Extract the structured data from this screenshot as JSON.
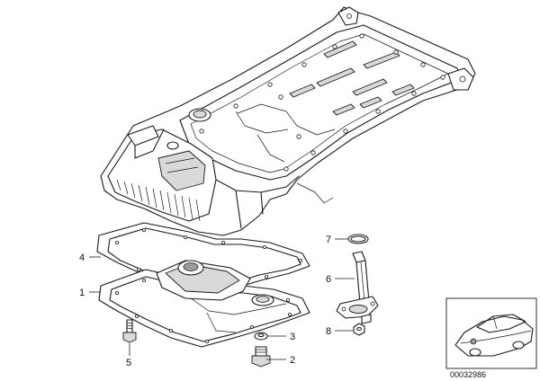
{
  "callouts": [
    {
      "number": "1"
    },
    {
      "number": "2"
    },
    {
      "number": "3"
    },
    {
      "number": "4"
    },
    {
      "number": "5"
    },
    {
      "number": "6"
    },
    {
      "number": "7"
    },
    {
      "number": "8"
    }
  ],
  "inset": {
    "document_number": "00032986"
  }
}
